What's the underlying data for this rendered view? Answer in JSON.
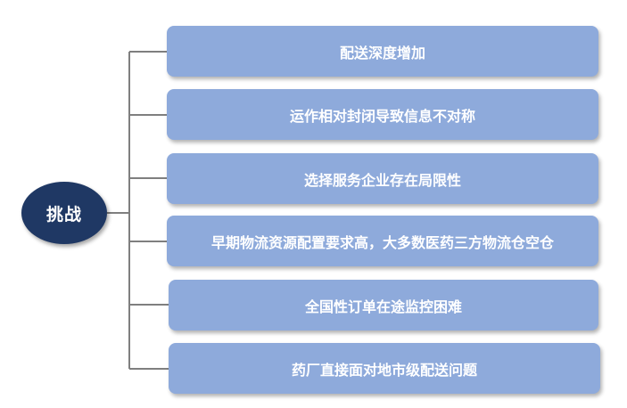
{
  "root": {
    "label": "挑战"
  },
  "branches": [
    {
      "label": "配送深度增加"
    },
    {
      "label": "运作相对封闭导致信息不对称"
    },
    {
      "label": "选择服务企业存在局限性"
    },
    {
      "label": "早期物流资源配置要求高，大多数医药三方物流仓空仓"
    },
    {
      "label": "全国性订单在途监控困难"
    },
    {
      "label": "药厂直接面对地市级配送问题"
    }
  ],
  "colors": {
    "root_fill": "#1f3864",
    "branch_fill": "#8eaadb",
    "connector": "#7f7f7f",
    "text": "#ffffff"
  }
}
